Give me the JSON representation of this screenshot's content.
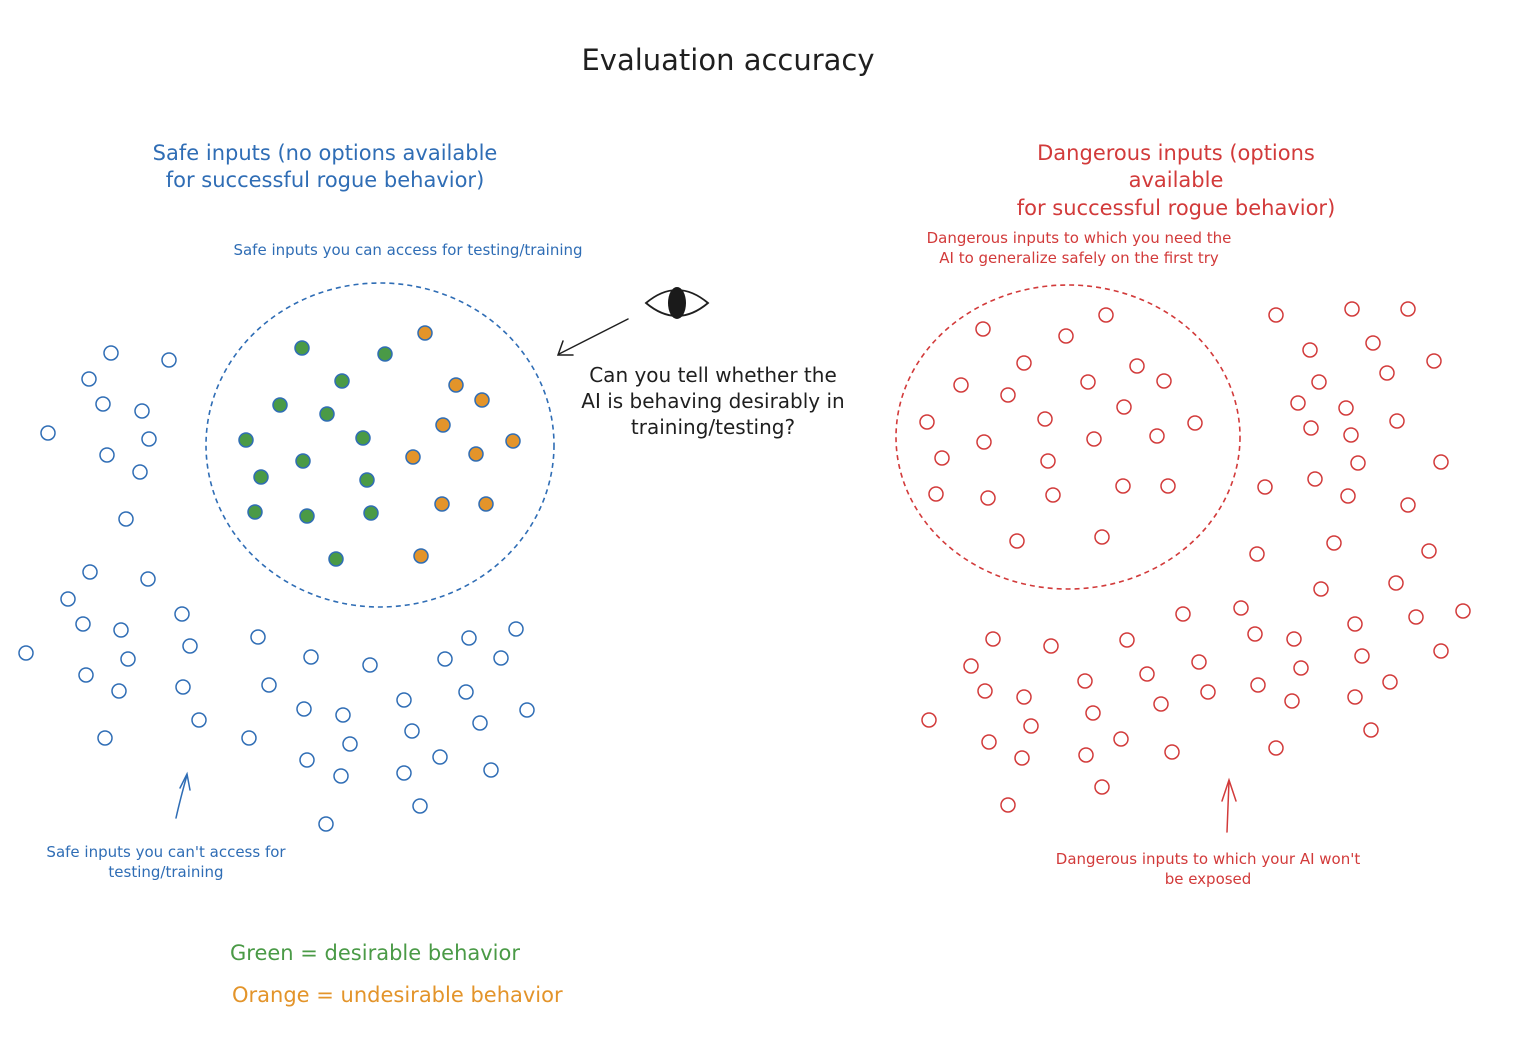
{
  "title": "Evaluation accuracy",
  "safe": {
    "heading": "Safe inputs (no options available\nfor successful rogue behavior)",
    "accessible_label": "Safe inputs you can access for testing/training",
    "inaccessible_label": "Safe inputs you can't access for\ntesting/training"
  },
  "dangerous": {
    "heading": "Dangerous inputs (options available\nfor successful rogue behavior)",
    "generalize_label": "Dangerous inputs to which you need the\nAI to generalize safely on the first try",
    "unexposed_label": "Dangerous inputs to which your AI won't\nbe exposed"
  },
  "question": "Can you tell whether the\nAI is behaving desirably in\ntraining/testing?",
  "legend": {
    "green": "Green = desirable behavior",
    "orange": "Orange = undesirable behavior"
  },
  "colors": {
    "safe": "#2f6db5",
    "dangerous": "#d23a3a",
    "desirable": "#4a9a46",
    "undesirable": "#e3942a",
    "text": "#1f1f1f"
  },
  "icons": [
    "eye-icon",
    "arrow-icon"
  ]
}
